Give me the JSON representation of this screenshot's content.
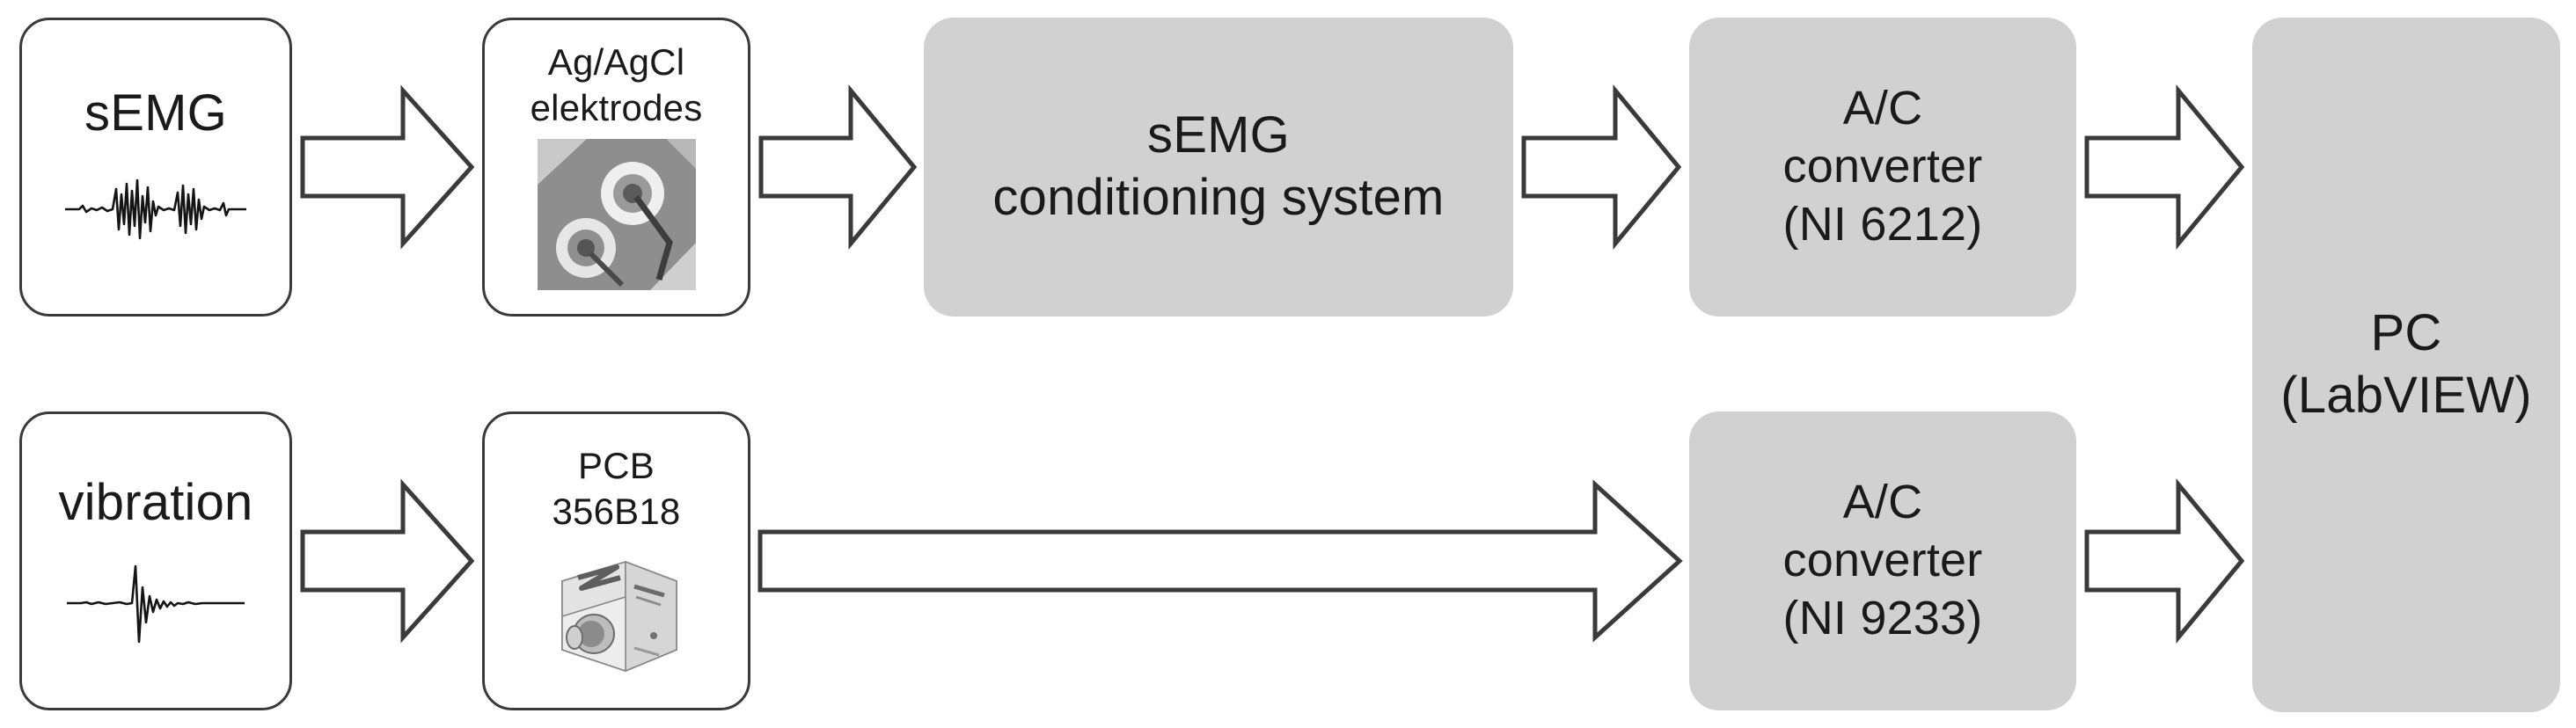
{
  "diagram": {
    "title": "sEMG and vibration measurement chain block diagram",
    "colors": {
      "filled_node_fill": "#d1d1d1",
      "outline_node_stroke": "#3a3a3a",
      "outline_node_fill": "#ffffff",
      "arrow_stroke": "#3a3a3a",
      "arrow_fill": "#ffffff",
      "text": "#1a1a1a",
      "background": "#ffffff"
    },
    "nodes": [
      {
        "id": "semg",
        "label": "sEMG",
        "style": "outline",
        "row": "top",
        "order": 1,
        "thumbnail": "semg-waveform-icon"
      },
      {
        "id": "electrodes",
        "label": "Ag/AgCl\nelektrodes",
        "style": "outline",
        "row": "top",
        "order": 2,
        "thumbnail": "agagcl-electrodes-photo"
      },
      {
        "id": "conditioning",
        "label": "sEMG\nconditioning system",
        "style": "filled",
        "row": "top",
        "order": 3,
        "thumbnail": null
      },
      {
        "id": "ac-converter-6212",
        "label": "A/C\nconverter\n(NI 6212)",
        "style": "filled",
        "row": "top",
        "order": 4,
        "thumbnail": null
      },
      {
        "id": "pc",
        "label": "PC\n(LabVIEW)",
        "style": "filled",
        "row": "both",
        "order": 5,
        "thumbnail": null
      },
      {
        "id": "vibration",
        "label": "vibration",
        "style": "outline",
        "row": "bottom",
        "order": 1,
        "thumbnail": "vibration-waveform-icon"
      },
      {
        "id": "pcb",
        "label": "PCB\n356B18",
        "style": "outline",
        "row": "bottom",
        "order": 2,
        "thumbnail": "pcb-accelerometer-photo"
      },
      {
        "id": "ac-converter-9233",
        "label": "A/C\nconverter\n(NI 9233)",
        "style": "filled",
        "row": "bottom",
        "order": 4,
        "thumbnail": null
      }
    ],
    "arrows": [
      {
        "id": "a1",
        "from": "semg",
        "to": "electrodes",
        "kind": "block-arrow-right",
        "length": "short"
      },
      {
        "id": "a2",
        "from": "electrodes",
        "to": "conditioning",
        "kind": "block-arrow-right",
        "length": "short"
      },
      {
        "id": "a3",
        "from": "conditioning",
        "to": "ac-converter-6212",
        "kind": "block-arrow-right",
        "length": "short"
      },
      {
        "id": "a4",
        "from": "ac-converter-6212",
        "to": "pc",
        "kind": "block-arrow-right",
        "length": "short"
      },
      {
        "id": "a5",
        "from": "vibration",
        "to": "pcb",
        "kind": "block-arrow-right",
        "length": "short"
      },
      {
        "id": "a6",
        "from": "pcb",
        "to": "ac-converter-9233",
        "kind": "block-arrow-right",
        "length": "long"
      },
      {
        "id": "a7",
        "from": "ac-converter-9233",
        "to": "pc",
        "kind": "block-arrow-right",
        "length": "short"
      }
    ]
  }
}
